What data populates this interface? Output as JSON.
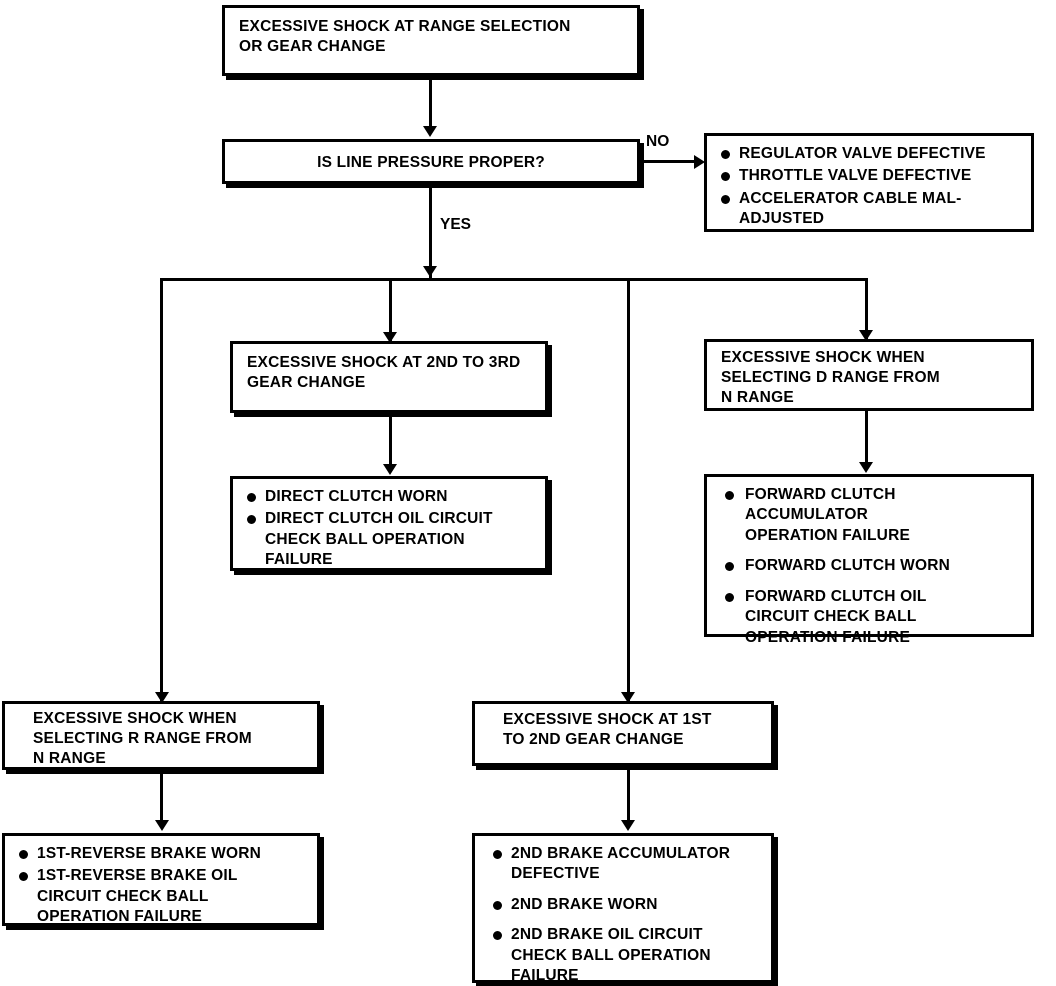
{
  "diagram": {
    "title": "Excessive Shock Troubleshooting Flowchart",
    "colors": {
      "line": "#000000",
      "box_fill": "#ffffff",
      "text": "#000000"
    },
    "nodes": {
      "symptom": {
        "text": "EXCESSIVE SHOCK AT RANGE SELECTION\nOR GEAR CHANGE"
      },
      "question_line_pressure": {
        "text": "IS LINE PRESSURE PROPER?"
      },
      "line_pressure_causes": {
        "items": [
          "REGULATOR VALVE DEFECTIVE",
          "THROTTLE VALVE DEFECTIVE",
          "ACCELERATOR CABLE MAL-\nADJUSTED"
        ]
      },
      "shock_2nd_to_3rd": {
        "text": "EXCESSIVE SHOCK AT 2ND TO 3RD\nGEAR CHANGE"
      },
      "shock_2nd_to_3rd_causes": {
        "items": [
          "DIRECT CLUTCH WORN",
          "DIRECT CLUTCH OIL CIRCUIT\nCHECK BALL OPERATION\nFAILURE"
        ]
      },
      "shock_d_range": {
        "text": "EXCESSIVE SHOCK WHEN\nSELECTING D RANGE FROM\nN RANGE"
      },
      "shock_d_range_causes": {
        "items": [
          "FORWARD CLUTCH\nACCUMULATOR\nOPERATION FAILURE",
          "FORWARD CLUTCH WORN",
          "FORWARD CLUTCH OIL\nCIRCUIT CHECK BALL\nOPERATION FAILURE"
        ]
      },
      "shock_r_range": {
        "text": "EXCESSIVE SHOCK WHEN\nSELECTING R RANGE FROM\nN RANGE"
      },
      "shock_r_range_causes": {
        "items": [
          "1ST-REVERSE BRAKE WORN",
          "1ST-REVERSE BRAKE OIL\nCIRCUIT CHECK BALL\nOPERATION FAILURE"
        ]
      },
      "shock_1st_to_2nd": {
        "text": "EXCESSIVE SHOCK AT 1ST\nTO 2ND GEAR CHANGE"
      },
      "shock_1st_to_2nd_causes": {
        "items": [
          "2ND BRAKE ACCUMULATOR\nDEFECTIVE",
          "2ND BRAKE WORN",
          "2ND BRAKE OIL CIRCUIT\nCHECK BALL OPERATION\nFAILURE"
        ]
      }
    },
    "edge_labels": {
      "no": "NO",
      "yes": "YES"
    }
  }
}
